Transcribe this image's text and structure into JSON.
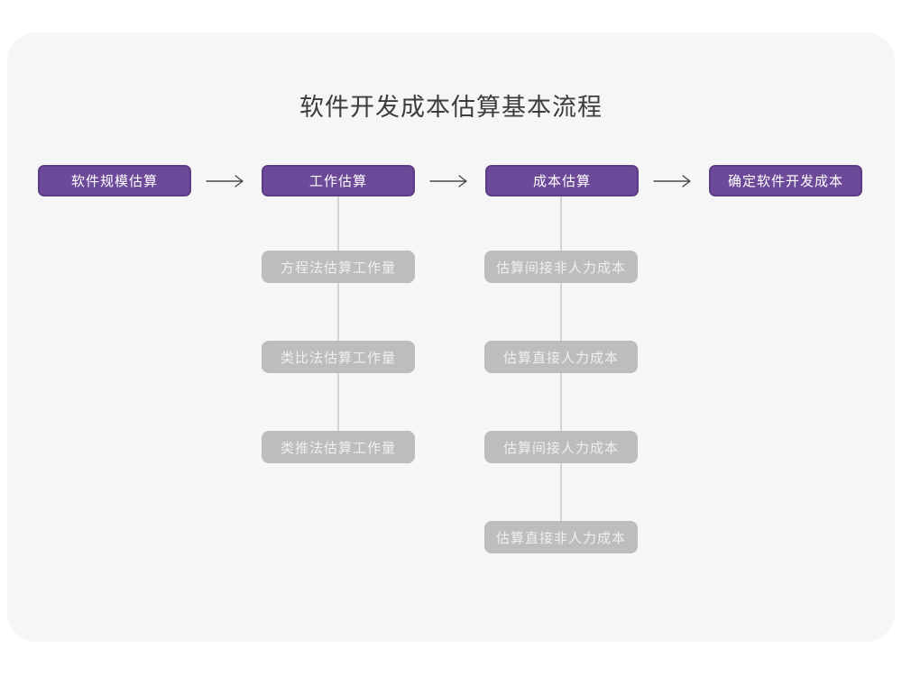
{
  "title": "软件开发成本估算基本流程",
  "flow": {
    "nodes": [
      {
        "label": "软件规模估算"
      },
      {
        "label": "工作估算"
      },
      {
        "label": "成本估算"
      },
      {
        "label": "确定软件开发成本"
      }
    ]
  },
  "branches": [
    {
      "parent": "工作估算",
      "items": [
        {
          "label": "方程法估算工作量"
        },
        {
          "label": "类比法估算工作量"
        },
        {
          "label": "类推法估算工作量"
        }
      ]
    },
    {
      "parent": "成本估算",
      "items": [
        {
          "label": "估算间接非人力成本"
        },
        {
          "label": "估算直接人力成本"
        },
        {
          "label": "估算间接人力成本"
        },
        {
          "label": "估算直接非人力成本"
        }
      ]
    }
  ],
  "icons": [
    {
      "name": "right-arrow-icon",
      "glyph": "⟶"
    }
  ],
  "colors": {
    "page_bg": "#ffffff",
    "card_bg": "#f6f6f6",
    "node_purple_fill": "#6c4a99",
    "node_purple_border": "#5c3d87",
    "node_purple_text": "#ffffff",
    "node_gray_fill": "#bdbdbd",
    "node_gray_text": "#efefef",
    "connector_line": "#d4d4d4",
    "arrow_stroke": "#4a4a4a",
    "title_text": "#3c3c3c"
  }
}
